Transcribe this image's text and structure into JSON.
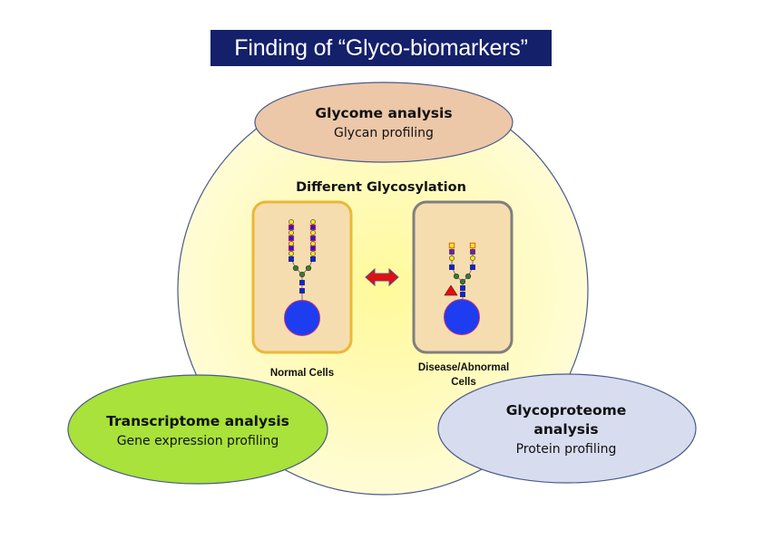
{
  "title": "Finding of “Glyco-biomarkers”",
  "colors": {
    "title_bg": "#14206a",
    "big_circle": "#fff9b8",
    "glycome_ellipse": "#ecc7a8",
    "transcriptome_ellipse": "#a8e23a",
    "glycoproteome_ellipse": "#d7dcef",
    "normal_box_border": "#eab838",
    "abnormal_box_border": "#7f7f7f",
    "cell_box_fill": "#f6ddb0",
    "cell_body": "#1e3cf0",
    "arrow": "#e01010"
  },
  "ellipses": {
    "glycome": {
      "title": "Glycome analysis",
      "subtitle": "Glycan profiling"
    },
    "transcriptome": {
      "title": "Transcriptome analysis",
      "subtitle": "Gene expression profiling"
    },
    "glycoproteome": {
      "title_line1": "Glycoproteome",
      "title_line2": "analysis",
      "subtitle": "Protein profiling"
    }
  },
  "center": {
    "heading": "Different Glycosylation",
    "normal_label": "Normal Cells",
    "abnormal_label_line1": "Disease/Abnormal",
    "abnormal_label_line2": "Cells"
  },
  "icons": {
    "comparison_arrow": "double-headed-arrow-icon",
    "glycan_normal": "branched-glycan-icon",
    "glycan_abnormal": "truncated-glycan-with-fucose-icon"
  }
}
